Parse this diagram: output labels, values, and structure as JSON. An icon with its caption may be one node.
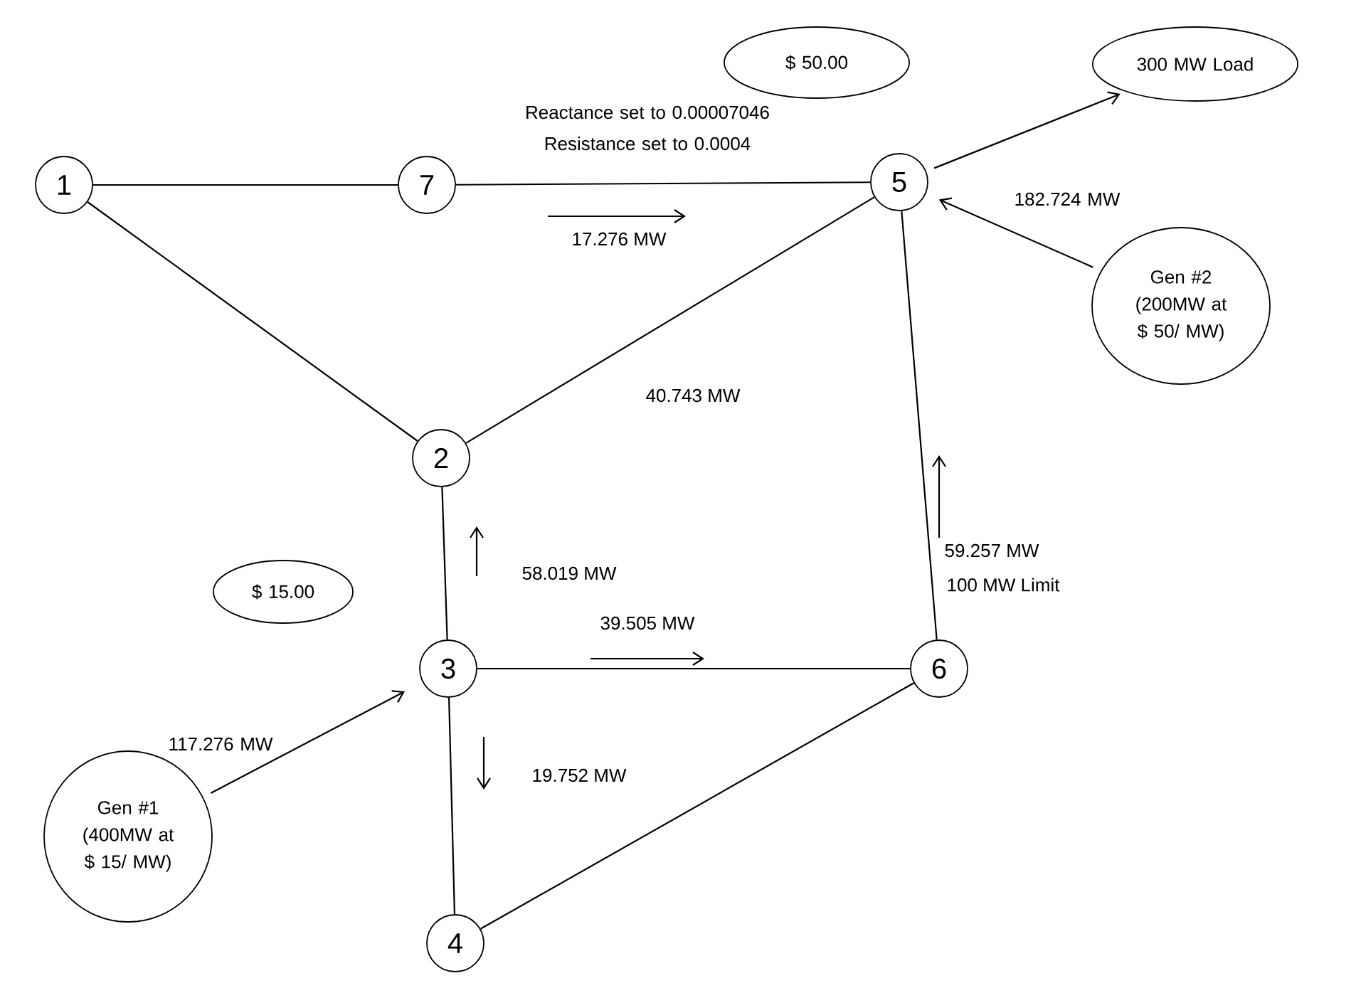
{
  "diagram": {
    "nodes": [
      {
        "text": [
          "$ 50.00"
        ]
      },
      {
        "text": [
          "300 MW Load"
        ]
      },
      {
        "text": [
          "1"
        ]
      },
      {
        "text": [
          "7"
        ]
      },
      {
        "text": [
          "5"
        ]
      },
      {
        "text": [
          "Gen #2 (200MW at $ 50/ MW)"
        ]
      },
      {
        "text": [
          "2"
        ]
      },
      {
        "text": [
          "$ 15.00"
        ]
      },
      {
        "text": [
          "3"
        ]
      },
      {
        "text": [
          "6"
        ]
      },
      {
        "text": [
          "Gen #1 (400MW at $ 15/ MW)"
        ]
      },
      {
        "text": [
          "4"
        ]
      }
    ],
    "edges": [
      {
        "from": 2,
        "to": 3,
        "arrow": "none"
      },
      {
        "from": 3,
        "to": 4,
        "arrow": "none",
        "label": "Reactance set to 0.00007046 Resistance set to 0.0004"
      },
      {
        "from": 2,
        "to": 6,
        "arrow": "none"
      },
      {
        "from": 6,
        "to": 4,
        "arrow": "none"
      },
      {
        "from": 4,
        "to": 1,
        "arrow": "to"
      },
      {
        "from": 5,
        "to": 4,
        "arrow": "to",
        "label": "182.724 MW"
      },
      {
        "from": 4,
        "to": 9,
        "arrow": "none"
      },
      {
        "from": 6,
        "to": 8,
        "arrow": "none"
      },
      {
        "from": 8,
        "to": 9,
        "arrow": "none"
      },
      {
        "from": 10,
        "to": 8,
        "arrow": "to",
        "label": "117.276 MW"
      },
      {
        "from": 8,
        "to": 11,
        "arrow": "none"
      },
      {
        "from": 11,
        "to": 9,
        "arrow": "none"
      }
    ],
    "labels": [
      "17.276 MW",
      "40.743 MW",
      "59.257 MW",
      "100 MW Limit",
      "58.019 MW",
      "39.505 MW",
      "19.752 MW"
    ]
  }
}
